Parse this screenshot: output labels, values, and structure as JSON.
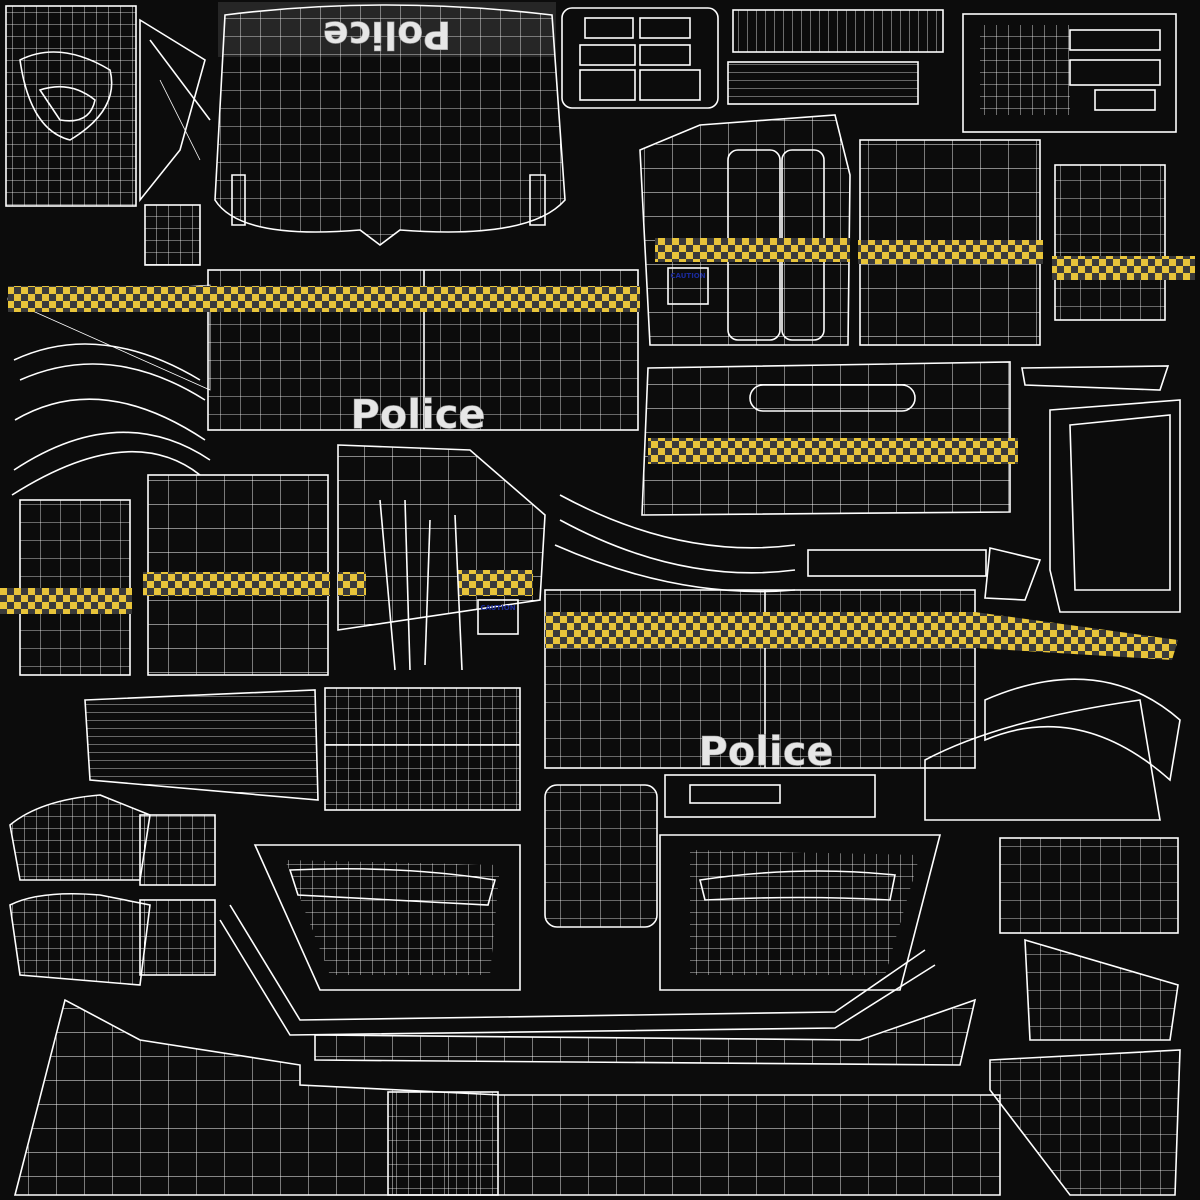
{
  "texture": {
    "labels": {
      "hood_police_mirrored": "Police",
      "left_door_police": "Police",
      "right_door_police": "Police",
      "caution_a": "CAUTION",
      "caution_b": "CAUTION"
    },
    "colors": {
      "background": "#0c0c0c",
      "wireframe": "#ffffff",
      "checker_yellow": "#e8c43a",
      "checker_dark": "#3a3a3a",
      "hood_panel": "#262626"
    }
  }
}
